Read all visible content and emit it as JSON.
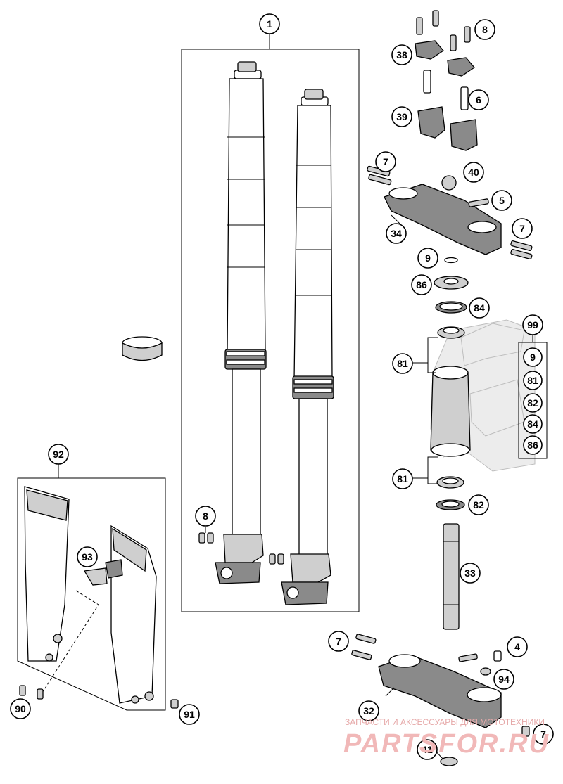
{
  "diagram": {
    "callouts": {
      "c1": "1",
      "c8a": "8",
      "c38": "38",
      "c6": "6",
      "c39": "39",
      "c7a": "7",
      "c40": "40",
      "c5": "5",
      "c34": "34",
      "c7b": "7",
      "c9": "9",
      "c86": "86",
      "c84": "84",
      "c99": "99",
      "c81a": "81",
      "c81b": "81",
      "c82": "82",
      "c33": "33",
      "c7c": "7",
      "c4": "4",
      "c94": "94",
      "c32": "32",
      "c7d": "7",
      "c41": "41",
      "c92": "92",
      "c93": "93",
      "c8b": "8",
      "c90": "90",
      "c91": "91"
    },
    "kit_99": [
      "9",
      "81",
      "82",
      "84",
      "86"
    ],
    "watermark": {
      "line1": "ЗАПЧАСТИ И АКСЕССУАРЫ ДЛЯ МОТОТЕХНИКИ",
      "line2": "PARTSFOR.RU"
    }
  }
}
